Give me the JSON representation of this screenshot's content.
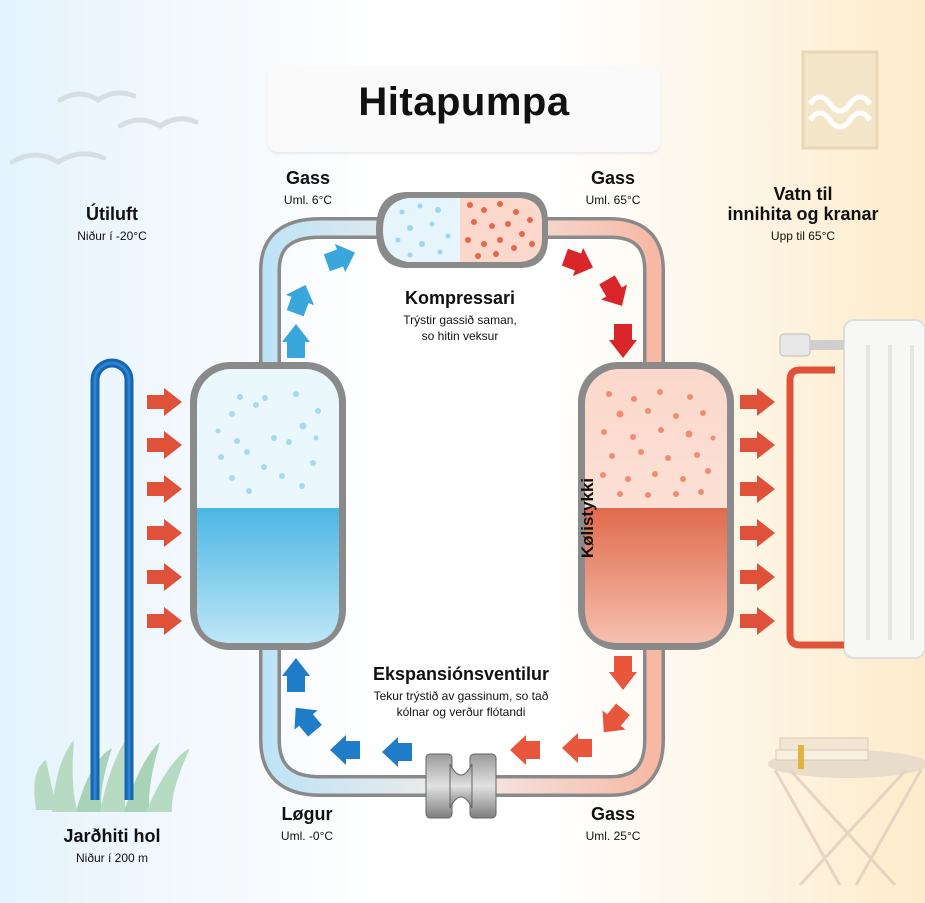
{
  "title": "Hitapumpa",
  "labels": {
    "gas_cold": {
      "heading": "Gass",
      "sub": "Uml. 6°C"
    },
    "gas_hot": {
      "heading": "Gass",
      "sub": "Uml. 65°C"
    },
    "outdoor": {
      "heading": "Útiluft",
      "sub": "Niður í -20°C"
    },
    "water": {
      "heading": "Vatn til\ninnihita og kranar",
      "sub": "Upp til 65°C"
    },
    "compressor": {
      "heading": "Kompressari",
      "sub": "Trýstir gassið saman,\nso hitin veksur"
    },
    "expansion": {
      "heading": "Ekspansiónsventilur",
      "sub": "Tekur trýstið av gassinum, so tað\nkólnar og verður flótandi"
    },
    "condenser": "Kølistykki",
    "liquid": {
      "heading": "Løgur",
      "sub": "Uml. -0°C"
    },
    "gas_warm": {
      "heading": "Gass",
      "sub": "Uml. 25°C"
    },
    "ground": {
      "heading": "Jarðhiti hol",
      "sub": "Niður í 200 m"
    }
  },
  "colors": {
    "cold": "#3aa7dc",
    "hot": "#e0513a",
    "pipe_outline": "#8a8a8a",
    "ground_pipe": "#1565b3"
  }
}
